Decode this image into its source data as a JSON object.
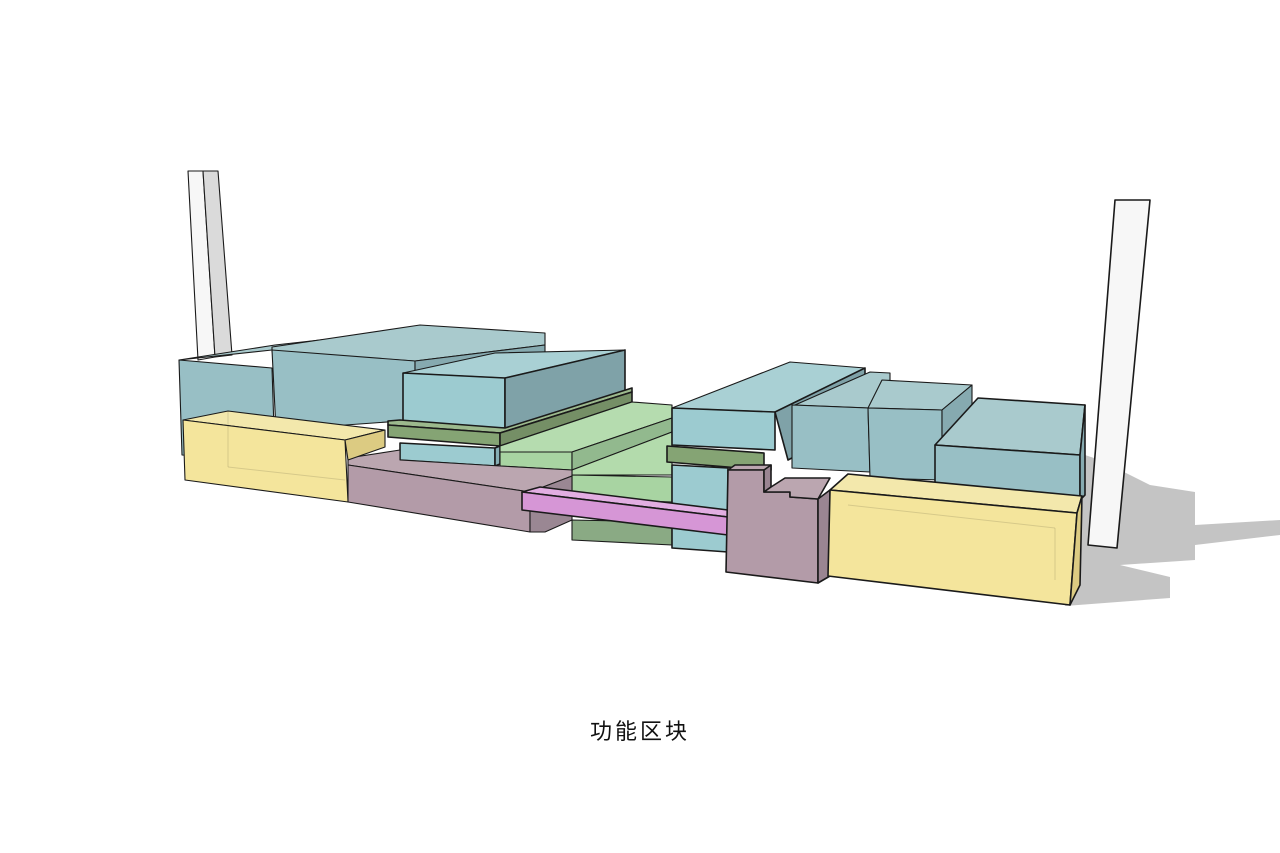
{
  "diagram": {
    "caption": "功能区块",
    "type": "architectural massing diagram (axonometric)",
    "colors": {
      "background": "#ffffff",
      "office_blue_top": "#a6cbcc",
      "office_blue_front": "#94bcc2",
      "office_blue_side": "#7fa3a8",
      "retail_yellow_top": "#f3e6a6",
      "retail_yellow_front": "#f4e59c",
      "retail_yellow_side": "#d9c97e",
      "podium_mauve_top": "#b9a3ae",
      "podium_mauve_front": "#b39ba8",
      "podium_mauve_side": "#9b8592",
      "green_plaza_top": "#b4dbb0",
      "green_plaza_front": "#a8d4a2",
      "green_plaza_dark": "#88ab86",
      "green_band": "#85a474",
      "pink_bridge": "#d89ad8",
      "tower_white": "#f8f8f8",
      "tower_grey": "#dcdcdc",
      "shadow": "#bdbdbd",
      "outline": "#1a1a1a"
    },
    "blocks": [
      {
        "name": "left-tower",
        "color": "tower_white"
      },
      {
        "name": "right-tower",
        "color": "tower_white"
      },
      {
        "name": "office-block-left-rear",
        "color": "office_blue"
      },
      {
        "name": "office-block-left-large",
        "color": "office_blue"
      },
      {
        "name": "office-block-left-front",
        "color": "office_blue"
      },
      {
        "name": "office-block-right-1",
        "color": "office_blue"
      },
      {
        "name": "office-block-right-2",
        "color": "office_blue"
      },
      {
        "name": "office-block-right-3",
        "color": "office_blue"
      },
      {
        "name": "office-block-right-4",
        "color": "office_blue"
      },
      {
        "name": "retail-block-left",
        "color": "retail_yellow"
      },
      {
        "name": "retail-block-right",
        "color": "retail_yellow"
      },
      {
        "name": "podium-left",
        "color": "podium_mauve"
      },
      {
        "name": "podium-right-stepped",
        "color": "podium_mauve"
      },
      {
        "name": "green-plaza-steps",
        "color": "green_plaza"
      },
      {
        "name": "green-band-left",
        "color": "green_band"
      },
      {
        "name": "green-band-right",
        "color": "green_band"
      },
      {
        "name": "pink-bridge",
        "color": "pink_bridge"
      },
      {
        "name": "ground-shadow",
        "color": "shadow"
      }
    ]
  }
}
